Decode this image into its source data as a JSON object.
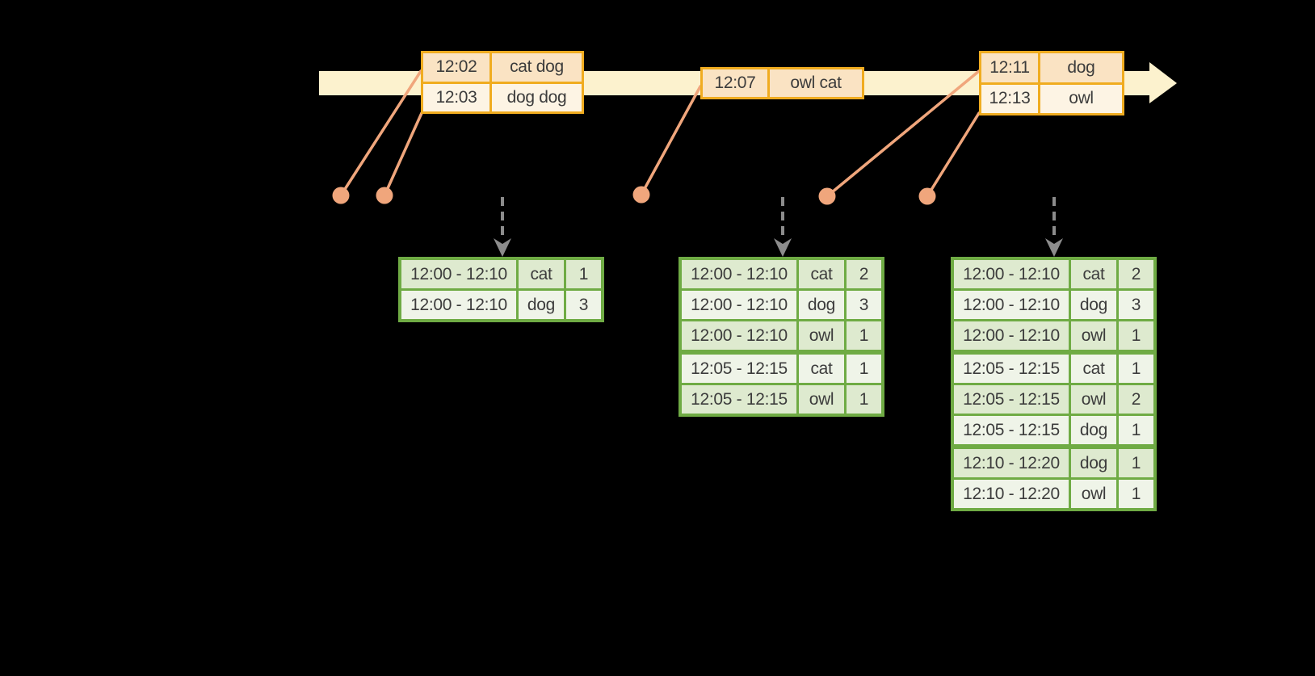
{
  "colors": {
    "background": "#000000",
    "band": "#FCF2CE",
    "gold": "#F0AC20",
    "peach_dark": "#FAE3C3",
    "peach_light": "#FDF4E4",
    "salmon": "#F0A67C",
    "gray": "#8C8C8C",
    "green": "#6FAB44",
    "green_dark": "#DEEACF",
    "green_light": "#EFF4E8",
    "text": "#3C3C3C"
  },
  "timeline": {
    "events": [
      {
        "rows": [
          {
            "time": "12:02",
            "words": "cat dog"
          },
          {
            "time": "12:03",
            "words": "dog dog"
          }
        ]
      },
      {
        "rows": [
          {
            "time": "12:07",
            "words": "owl cat"
          }
        ]
      },
      {
        "rows": [
          {
            "time": "12:11",
            "words": "dog"
          },
          {
            "time": "12:13",
            "words": "owl"
          }
        ]
      }
    ]
  },
  "result_tables": [
    {
      "rows": [
        {
          "window": "12:00 - 12:10",
          "word": "cat",
          "count": "1"
        },
        {
          "window": "12:00 - 12:10",
          "word": "dog",
          "count": "3"
        }
      ]
    },
    {
      "rows": [
        {
          "window": "12:00 - 12:10",
          "word": "cat",
          "count": "2"
        },
        {
          "window": "12:00 - 12:10",
          "word": "dog",
          "count": "3"
        },
        {
          "window": "12:00 - 12:10",
          "word": "owl",
          "count": "1"
        },
        {
          "window": "12:05 - 12:15",
          "word": "cat",
          "count": "1"
        },
        {
          "window": "12:05 - 12:15",
          "word": "owl",
          "count": "1"
        }
      ]
    },
    {
      "rows": [
        {
          "window": "12:00 - 12:10",
          "word": "cat",
          "count": "2"
        },
        {
          "window": "12:00 - 12:10",
          "word": "dog",
          "count": "3"
        },
        {
          "window": "12:00 - 12:10",
          "word": "owl",
          "count": "1"
        },
        {
          "window": "12:05 - 12:15",
          "word": "cat",
          "count": "1"
        },
        {
          "window": "12:05 - 12:15",
          "word": "owl",
          "count": "2"
        },
        {
          "window": "12:05 - 12:15",
          "word": "dog",
          "count": "1"
        },
        {
          "window": "12:10 - 12:20",
          "word": "dog",
          "count": "1"
        },
        {
          "window": "12:10 - 12:20",
          "word": "owl",
          "count": "1"
        }
      ]
    }
  ]
}
